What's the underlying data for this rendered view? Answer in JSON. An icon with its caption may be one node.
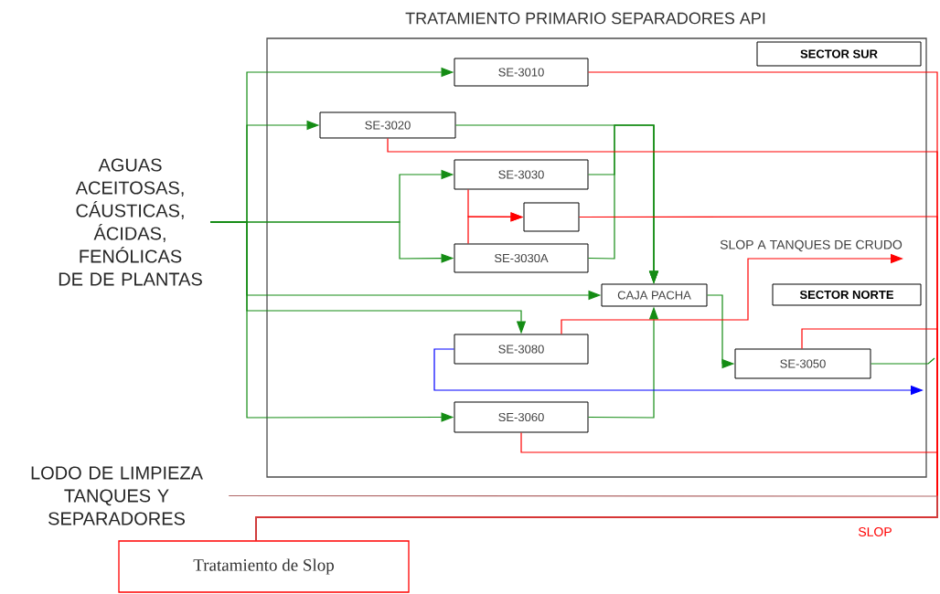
{
  "diagram": {
    "nodes": [
      {
        "text": [
          "TRATAMIENTO PRIMARIO SEPARADORES API"
        ]
      },
      {
        "text": [
          "SECTOR SUR"
        ],
        "in": 0
      },
      {
        "text": [
          "SECTOR NORTE"
        ],
        "in": 0
      },
      {
        "text": [
          "SE-3010"
        ],
        "in": 0
      },
      {
        "text": [
          "SE-3020"
        ],
        "in": 0
      },
      {
        "text": [
          "SE-3030"
        ],
        "in": 0
      },
      {
        "text": [],
        "shape": "box",
        "in": 0
      },
      {
        "text": [
          "SE-3030A"
        ],
        "in": 0
      },
      {
        "text": [
          "CAJA PACHA"
        ],
        "in": 0
      },
      {
        "text": [
          "SE-3080"
        ],
        "in": 0
      },
      {
        "text": [
          "SE-3050"
        ],
        "in": 0
      },
      {
        "text": [
          "SE-3060"
        ],
        "in": 0
      },
      {
        "text": [
          "AGUAS ACEITOSAS, CÁUSTICAS, ÁCIDAS, FENÓLICAS DE DE PLANTAS"
        ]
      },
      {
        "text": [
          "LODO DE LIMPIEZA TANQUES Y SEPARADORES"
        ]
      },
      {
        "text": [
          "Tratamiento de Slop"
        ]
      },
      {
        "text": [
          "SLOP A TANQUES DE CRUDO"
        ],
        "in": 0
      }
    ],
    "edges": [
      {
        "from": 12,
        "to": 3,
        "arrow": "to"
      },
      {
        "from": 12,
        "to": 4,
        "arrow": "to"
      },
      {
        "from": 12,
        "to": 5,
        "arrow": "to"
      },
      {
        "from": 12,
        "to": 7,
        "arrow": "to"
      },
      {
        "from": 12,
        "to": 8,
        "arrow": "to"
      },
      {
        "from": 12,
        "to": 9,
        "arrow": "to"
      },
      {
        "from": 12,
        "to": 11,
        "arrow": "to"
      },
      {
        "from": 4,
        "to": 8,
        "arrow": "to"
      },
      {
        "from": 5,
        "to": 8,
        "arrow": "to"
      },
      {
        "from": 7,
        "to": 8,
        "arrow": "to"
      },
      {
        "from": 11,
        "to": 8,
        "arrow": "to"
      },
      {
        "from": 8,
        "to": 10,
        "arrow": "to"
      },
      {
        "from": 10,
        "to": null,
        "arrow": "none"
      },
      {
        "from": 5,
        "to": 6,
        "arrow": "to",
        "color": "#ff0000"
      },
      {
        "from": 7,
        "to": 6,
        "arrow": "to",
        "color": "#ff0000"
      },
      {
        "from": 3,
        "to": 14,
        "arrow": "none",
        "color": "#ff0000"
      },
      {
        "from": 4,
        "to": 14,
        "arrow": "none",
        "color": "#ff0000"
      },
      {
        "from": 6,
        "to": 14,
        "arrow": "none",
        "color": "#ff0000"
      },
      {
        "from": 10,
        "to": 14,
        "arrow": "none",
        "color": "#ff0000"
      },
      {
        "from": 11,
        "to": 14,
        "arrow": "none",
        "color": "#ff0000"
      },
      {
        "from": 9,
        "to": 15,
        "arrow": "to",
        "color": "#ff0000"
      },
      {
        "from": 9,
        "to": null,
        "arrow": "to",
        "color": "#0000ff"
      },
      {
        "from": 13,
        "to": 14,
        "arrow": "none",
        "color": "#b06666"
      }
    ],
    "labels": [
      "SLOP"
    ]
  }
}
